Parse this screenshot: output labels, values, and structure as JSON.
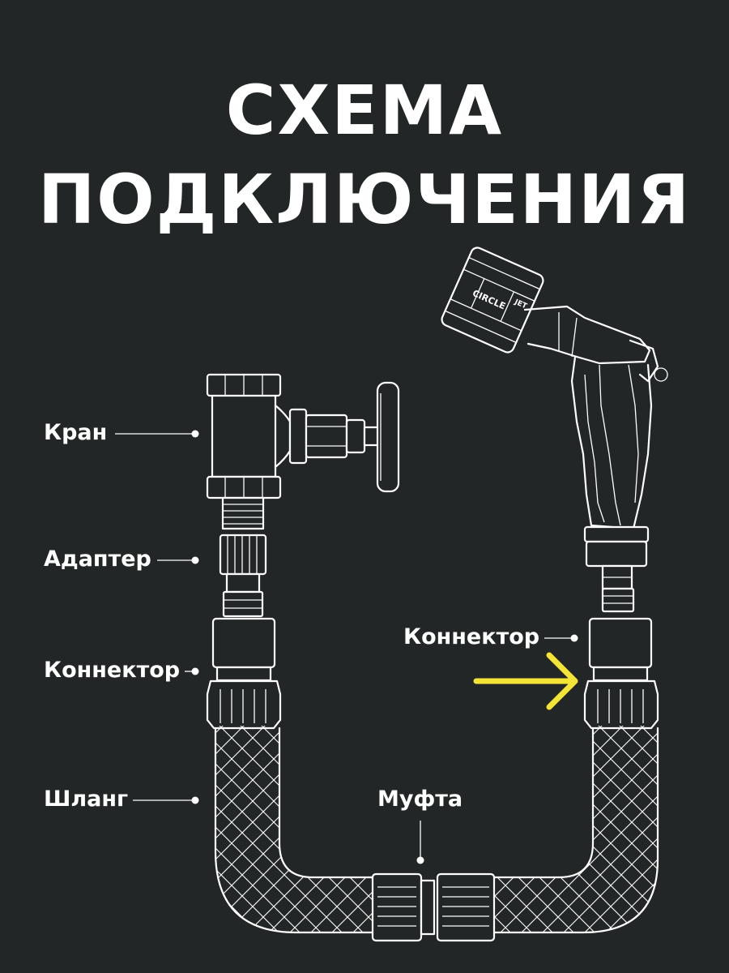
{
  "title": {
    "line1": "СХЕМА",
    "line2": "ПОДКЛЮЧЕНИЯ"
  },
  "labels": {
    "tap": "Кран",
    "adapter": "Адаптер",
    "connector_left": "Коннектор",
    "connector_right": "Коннектор",
    "hose": "Шланг",
    "coupling": "Муфта"
  },
  "nozzle_text": {
    "circle": "CIRCLE",
    "jet": "JET"
  },
  "colors": {
    "background": "#232626",
    "line": "#ffffff",
    "arrow": "#f3e436"
  },
  "icons": [
    "valve-icon",
    "spray-gun-icon",
    "arrow-right-icon"
  ]
}
